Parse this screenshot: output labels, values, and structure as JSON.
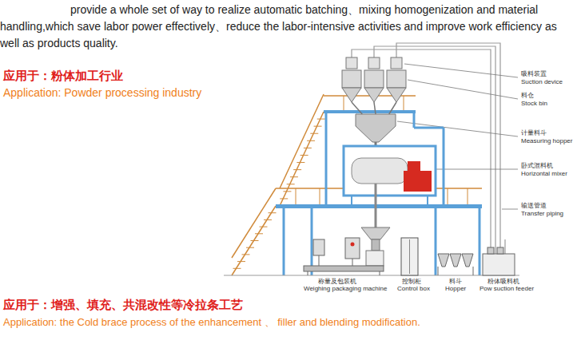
{
  "diagram": {
    "labels": [
      "provide a whole set of way to realize automatic batching、mixing homogenization and material handling,which save labor power effectively、reduce the labor-intensive activities and improve work efficiency as well as products quality.",
      "应用于：粉体加工行业",
      "Application: Powder processing industry",
      "吸料装置",
      "Suction device",
      "料仓",
      "Stock bin",
      "计量料斗",
      "Measuring hopper",
      "卧式混料机",
      "Horizontal mixer",
      "输送管道",
      "Transfer piping",
      "称量及包装机",
      "Weighing packaging machine",
      "控制柜",
      "Control box",
      "料斗",
      "Hopper",
      "粉体吸料机",
      "Pow suction feeder",
      "应用于：增强、填充、共混改性等冷拉条工艺",
      "Application: the Cold brace process of the enhancement 、 filler and blending modification."
    ]
  }
}
